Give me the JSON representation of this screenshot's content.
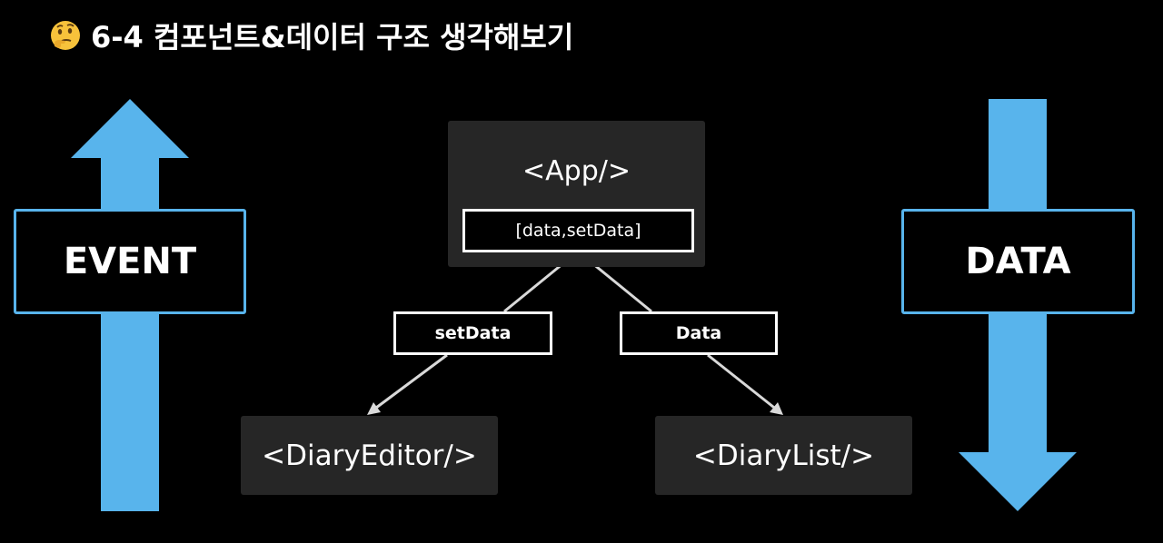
{
  "header": {
    "emoji_icon": "thinking-face-icon",
    "title": "6-4 컴포넌트&데이터 구조 생각해보기"
  },
  "colors": {
    "background": "#000000",
    "node_fill": "#262626",
    "flow_arrow": "#58b4ec",
    "connector": "#d9d9d9"
  },
  "nodes": {
    "app": "<App/>",
    "app_state": "[data,setData]",
    "editor": "<DiaryEditor/>",
    "list": "<DiaryList/>"
  },
  "edges": {
    "to_editor": "setData",
    "to_list": "Data"
  },
  "flows": {
    "up_label": "EVENT",
    "down_label": "DATA"
  }
}
